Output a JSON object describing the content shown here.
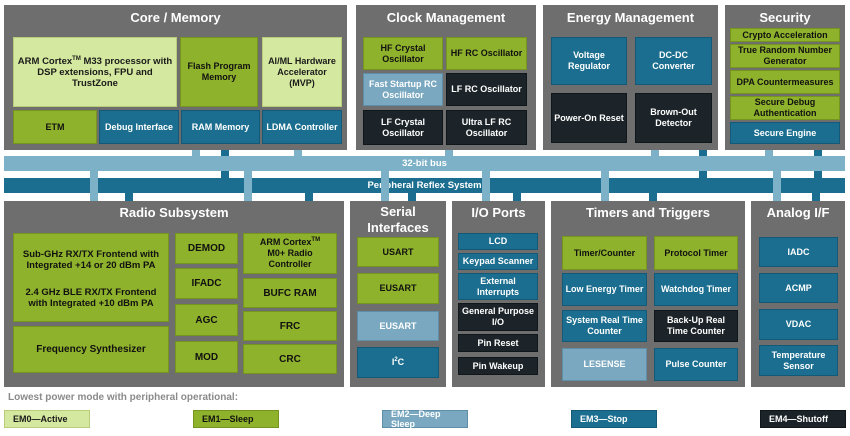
{
  "panels": {
    "core": "Core / Memory",
    "clock": "Clock Management",
    "energy": "Energy Management",
    "security": "Security",
    "radio": "Radio Subsystem",
    "serial": "Serial Interfaces",
    "io": "I/O Ports",
    "timers": "Timers and Triggers",
    "analog": "Analog I/F"
  },
  "core": {
    "processor_a": "ARM Cortex",
    "processor_tm": "TM",
    "processor_b": " M33 processor with DSP extensions, FPU and TrustZone",
    "flash": "Flash Program Memory",
    "aiml": "AI/ML Hardware Accelerator (MVP)",
    "etm": "ETM",
    "debug": "Debug Interface",
    "ram": "RAM Memory",
    "ldma": "LDMA Controller"
  },
  "clock": {
    "hfxo": "HF Crystal Oscillator",
    "hfrco": "HF RC Oscillator",
    "fsrco": "Fast Startup RC Oscillator",
    "lfrco": "LF RC Oscillator",
    "lfxo": "LF Crystal Oscillator",
    "ulfrco": "Ultra LF RC Oscillator"
  },
  "energy": {
    "vreg": "Voltage Regulator",
    "dcdc": "DC-DC Converter",
    "por": "Power-On Reset",
    "bod": "Brown-Out Detector"
  },
  "security": {
    "crypto": "Crypto Acceleration",
    "trng": "True Random Number Generator",
    "dpa": "DPA Countermeasures",
    "debugauth": "Secure Debug Authentication",
    "engine": "Secure Engine"
  },
  "bus": {
    "main": "32-bit bus",
    "prs": "Peripheral Reflex System"
  },
  "radio": {
    "subghz": "Sub-GHz RX/TX Frontend with Integrated +14 or 20 dBm PA",
    "ble": "2.4 GHz BLE RX/TX Frontend with Integrated +10 dBm PA",
    "synth": "Frequency Synthesizer",
    "demod": "DEMOD",
    "ifadc": "IFADC",
    "agc": "AGC",
    "mod": "MOD",
    "m0_a": "ARM Cortex",
    "m0_tm": "TM",
    "m0_b": "M0+ Radio Controller",
    "bufc": "BUFC RAM",
    "frc": "FRC",
    "crc": "CRC"
  },
  "serial": {
    "usart": "USART",
    "eusart1": "EUSART",
    "eusart2": "EUSART",
    "i2c_a": "I",
    "i2c_sup": "2",
    "i2c_b": "C"
  },
  "io": {
    "lcd": "LCD",
    "keypad": "Keypad Scanner",
    "extint": "External Interrupts",
    "gpio": "General Purpose I/O",
    "pinreset": "Pin Reset",
    "pinwakeup": "Pin Wakeup"
  },
  "timers": {
    "timer": "Timer/Counter",
    "protocol": "Protocol Timer",
    "letimer": "Low Energy Timer",
    "watchdog": "Watchdog Timer",
    "rtc": "System Real Time Counter",
    "burtc": "Back-Up Real Time Counter",
    "lesense": "LESENSE",
    "pcnt": "Pulse Counter"
  },
  "analog": {
    "iadc": "IADC",
    "acmp": "ACMP",
    "vdac": "VDAC",
    "temp": "Temperature Sensor"
  },
  "legend": {
    "title": "Lowest power mode with peripheral operational:",
    "em0": "EM0—Active",
    "em1": "EM1—Sleep",
    "em2": "EM2—Deep Sleep",
    "em3": "EM3—Stop",
    "em4": "EM4—Shutoff"
  },
  "colors": {
    "em0": "#d4e89f",
    "em1": "#8fb22c",
    "em2": "#7aa8c0",
    "em3": "#1b6e8f",
    "em4": "#1c2429",
    "panel": "#6e6e6e",
    "bus": "#7db1c8"
  }
}
